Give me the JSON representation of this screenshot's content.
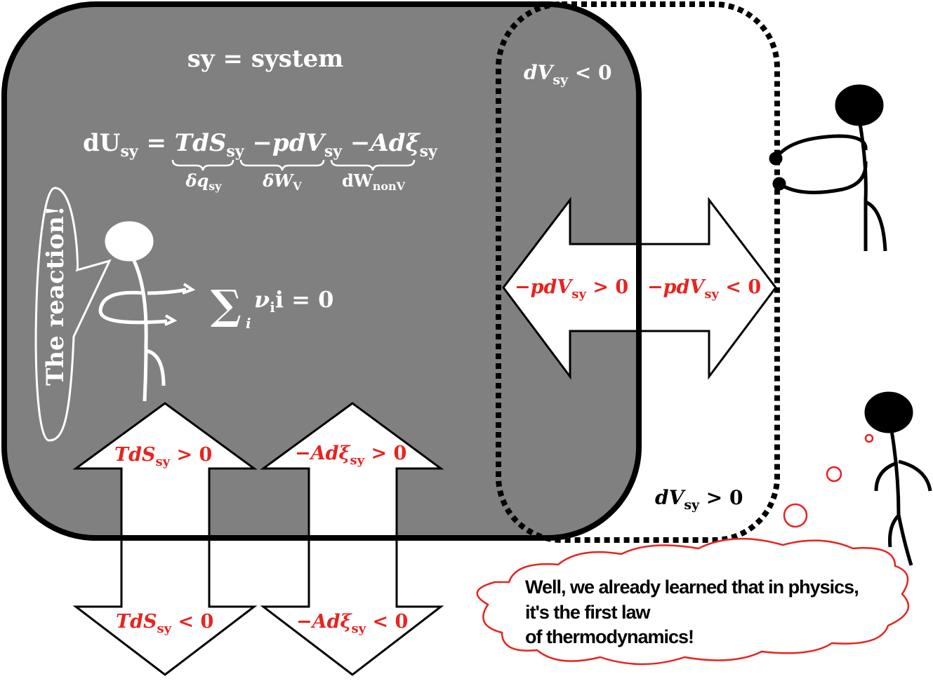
{
  "colors": {
    "system_fill": "#808080",
    "accent_red": "#e8231f",
    "outline": "#000000",
    "white": "#ffffff"
  },
  "system_label": "sy = system",
  "equation": {
    "lhs": "dU",
    "lhs_sub": "sy",
    "eq": " = ",
    "t1": "TdS",
    "t1_sub": "sy",
    "t2": "−pdV",
    "t2_sub": "sy",
    "t3": "−Adξ",
    "t3_sub": "sy",
    "b1": "δq",
    "b1_sub": "sy",
    "b2": "δW",
    "b2_sub": "V",
    "b3": "dW",
    "b3_sub": "nonV"
  },
  "reaction_sum": {
    "sum": "∑",
    "index": "i",
    "nu": "ν",
    "nu_sub": "i",
    "rest": "i = 0"
  },
  "speech_bubble": "The reaction!",
  "volume": {
    "shrink": "dV",
    "shrink_sub": "sy",
    "shrink_rel": " < 0",
    "grow": "dV",
    "grow_sub": "sy",
    "grow_rel": " > 0"
  },
  "arrows": {
    "work_in": {
      "a": "−pdV",
      "sub": "sy",
      "rel": " > 0"
    },
    "work_out": {
      "a": "−pdV",
      "sub": "sy",
      "rel": " < 0"
    },
    "heat_in": {
      "a": "TdS",
      "sub": "sy",
      "rel": " > 0"
    },
    "heat_out": {
      "a": "TdS",
      "sub": "sy",
      "rel": " < 0"
    },
    "nonv_in": {
      "a": "−Adξ",
      "sub": "sy",
      "rel": " > 0"
    },
    "nonv_out": {
      "a": "−Adξ",
      "sub": "sy",
      "rel": " < 0"
    }
  },
  "thought_cloud": [
    "Well, we already learned that in physics,",
    "it's the first law",
    "of thermodynamics!"
  ]
}
